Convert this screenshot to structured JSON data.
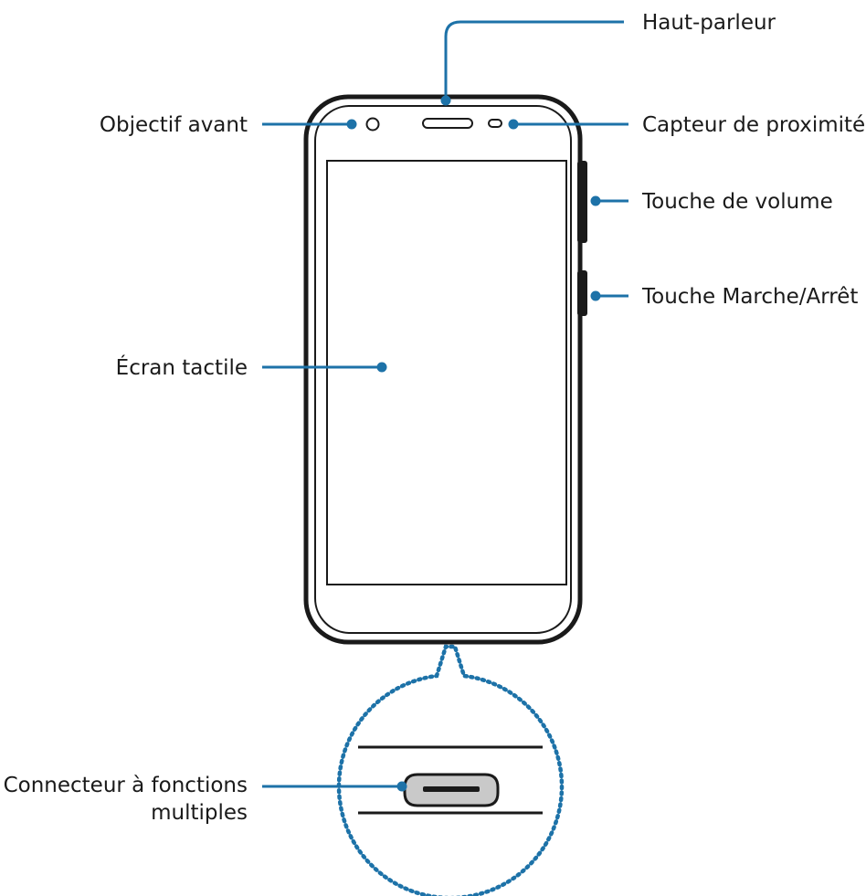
{
  "labels": {
    "speaker": "Haut-parleur",
    "front_camera": "Objectif avant",
    "proximity_sensor": "Capteur de proximité",
    "volume_key": "Touche de volume",
    "power_key": "Touche Marche/Arrêt",
    "touchscreen": "Écran tactile",
    "connector_line1": "Connecteur à fonctions",
    "connector_line2": "multiples"
  },
  "colors": {
    "callout": "#1d72a8",
    "outline": "#1a1a1a",
    "port_fill": "#c9c9c9"
  }
}
